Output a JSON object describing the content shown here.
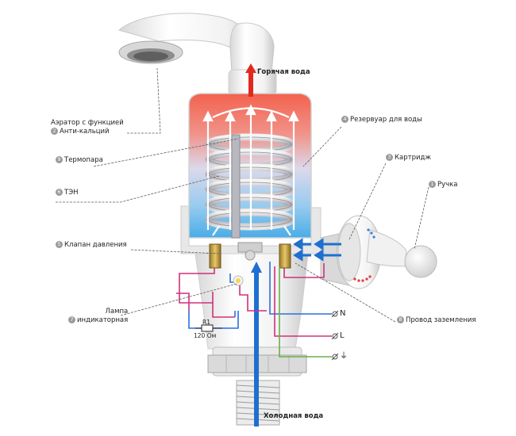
{
  "labels": {
    "hot_water": "Горячая вода",
    "cold_water": "Холодная вода",
    "aerator_line1": "Аэратор с функцией",
    "aerator_num": "2",
    "aerator_line2": "Анти-кальций",
    "thermocouple_num": "9",
    "thermocouple": "Термопара",
    "heater_num": "6",
    "heater": "ТЭН",
    "pressure_valve_num": "5",
    "pressure_valve": "Клапан давления",
    "lamp_line1": "Лампа",
    "lamp_num": "7",
    "lamp_line2": "индикаторная",
    "reservoir_num": "4",
    "reservoir": "Резервуар для воды",
    "cartridge_num": "3",
    "cartridge": "Картридж",
    "handle_num": "1",
    "handle": "Ручка",
    "ground_wire_num": "8",
    "ground_wire": "Провод заземления"
  },
  "circuit": {
    "resistor_name": "R1",
    "resistor_value": "120 Ом",
    "terminal_n": "N",
    "terminal_l": "L",
    "terminal_ground": "⏚"
  },
  "colors": {
    "hot": "#e84a3a",
    "cold": "#1f6fd0",
    "wire_magenta": "#d0307a",
    "wire_blue": "#2a6fe0",
    "wire_green": "#6ab04c"
  }
}
